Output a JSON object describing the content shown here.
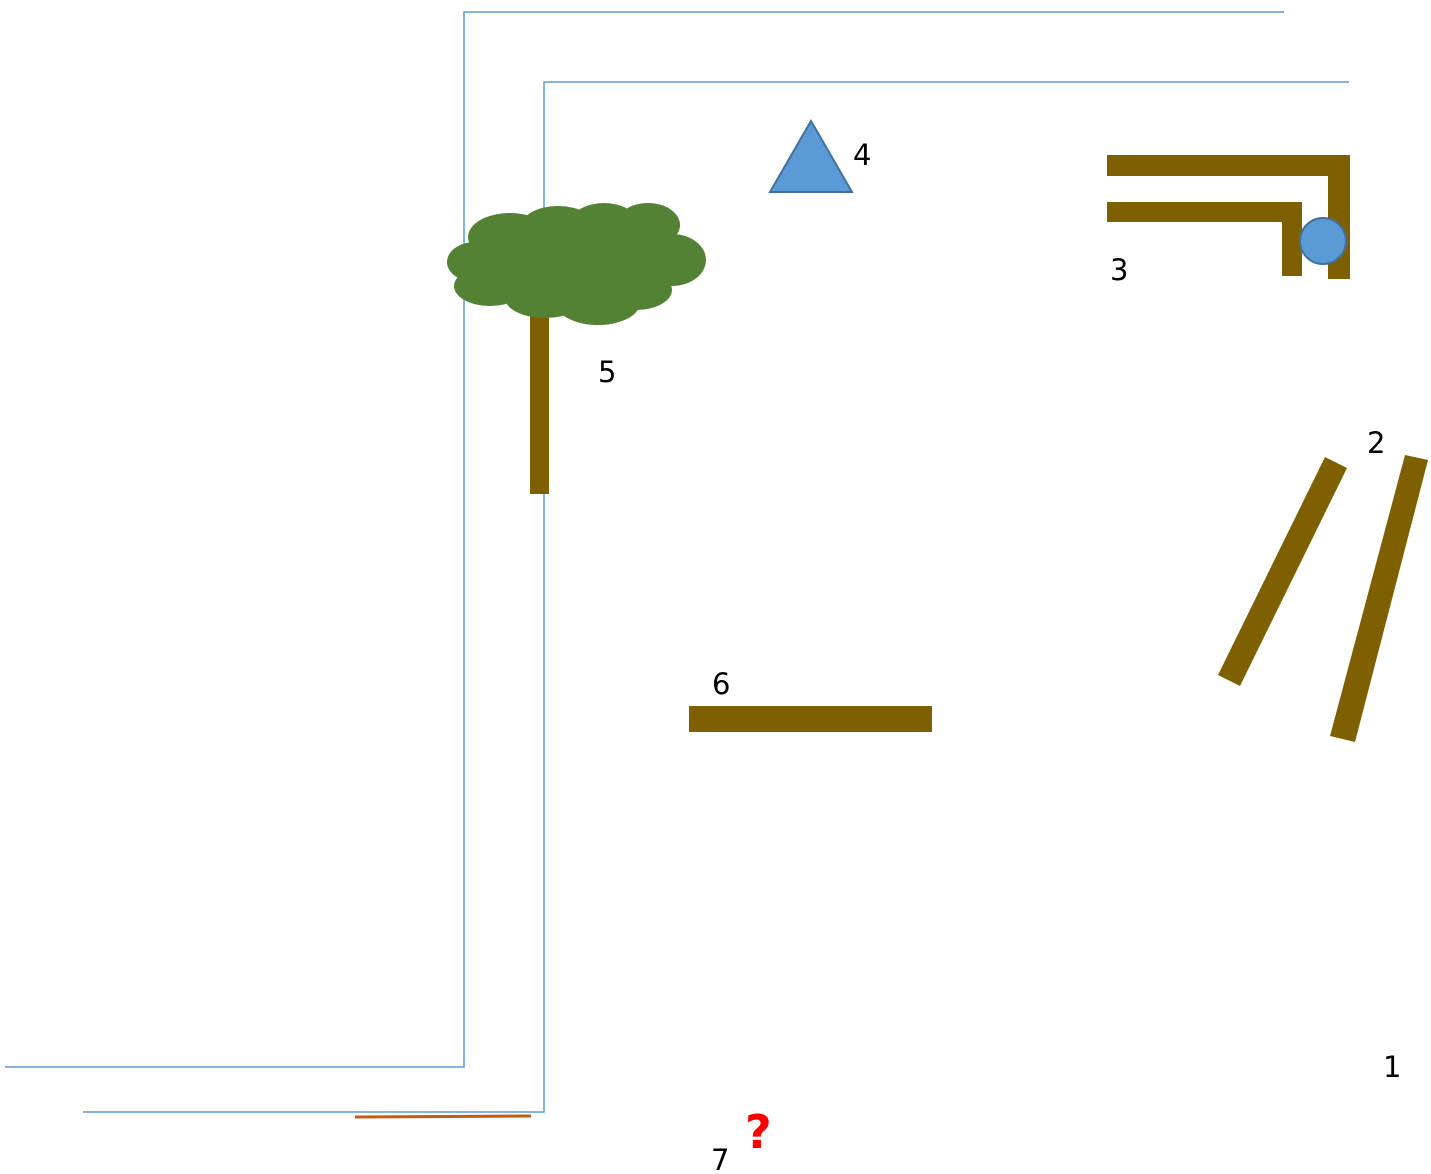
{
  "labels": {
    "l1": "1",
    "l2": "2",
    "l3": "3",
    "l4": "4",
    "l5": "5",
    "l6": "6",
    "l7": "7",
    "question": "?"
  },
  "colors": {
    "path_line": "#5b9bd5",
    "wall": "#7f6000",
    "foliage": "#548235",
    "shape_fill": "#5b9bd5",
    "shape_stroke": "#41719c",
    "question": "#ff0000",
    "ground_line": "#c55a11"
  },
  "icons": {
    "landmark_4": "triangle",
    "landmark_5": "tree",
    "goal_3": "circle",
    "unknown_7": "question-mark"
  }
}
